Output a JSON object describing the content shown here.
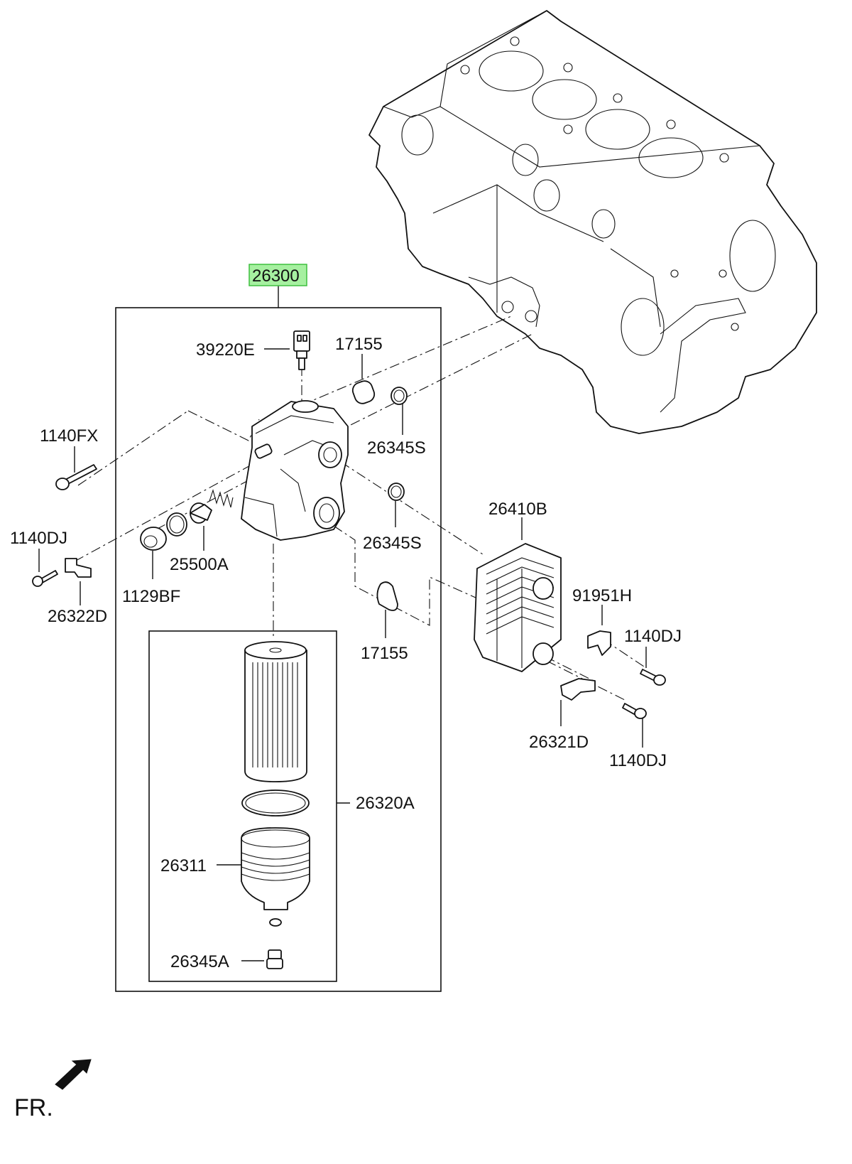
{
  "callouts": {
    "c26300": "26300",
    "c39220E": "39220E",
    "c17155_top": "17155",
    "c1140FX": "1140FX",
    "c26345S_top": "26345S",
    "c26410B": "26410B",
    "c1140DJ_left": "1140DJ",
    "c26345S_mid": "26345S",
    "c25500A": "25500A",
    "c91951H": "91951H",
    "c1129BF": "1129BF",
    "c1140DJ_right_top": "1140DJ",
    "c26322D": "26322D",
    "c17155_bottom": "17155",
    "c26321D": "26321D",
    "c1140DJ_right_bottom": "1140DJ",
    "c26320A": "26320A",
    "c26311": "26311",
    "c26345A": "26345A"
  },
  "direction_indicator": {
    "label": "FR."
  },
  "colors": {
    "highlight_fill": "#a6f0a0",
    "highlight_border": "#3fbf3f",
    "line": "#111111"
  }
}
